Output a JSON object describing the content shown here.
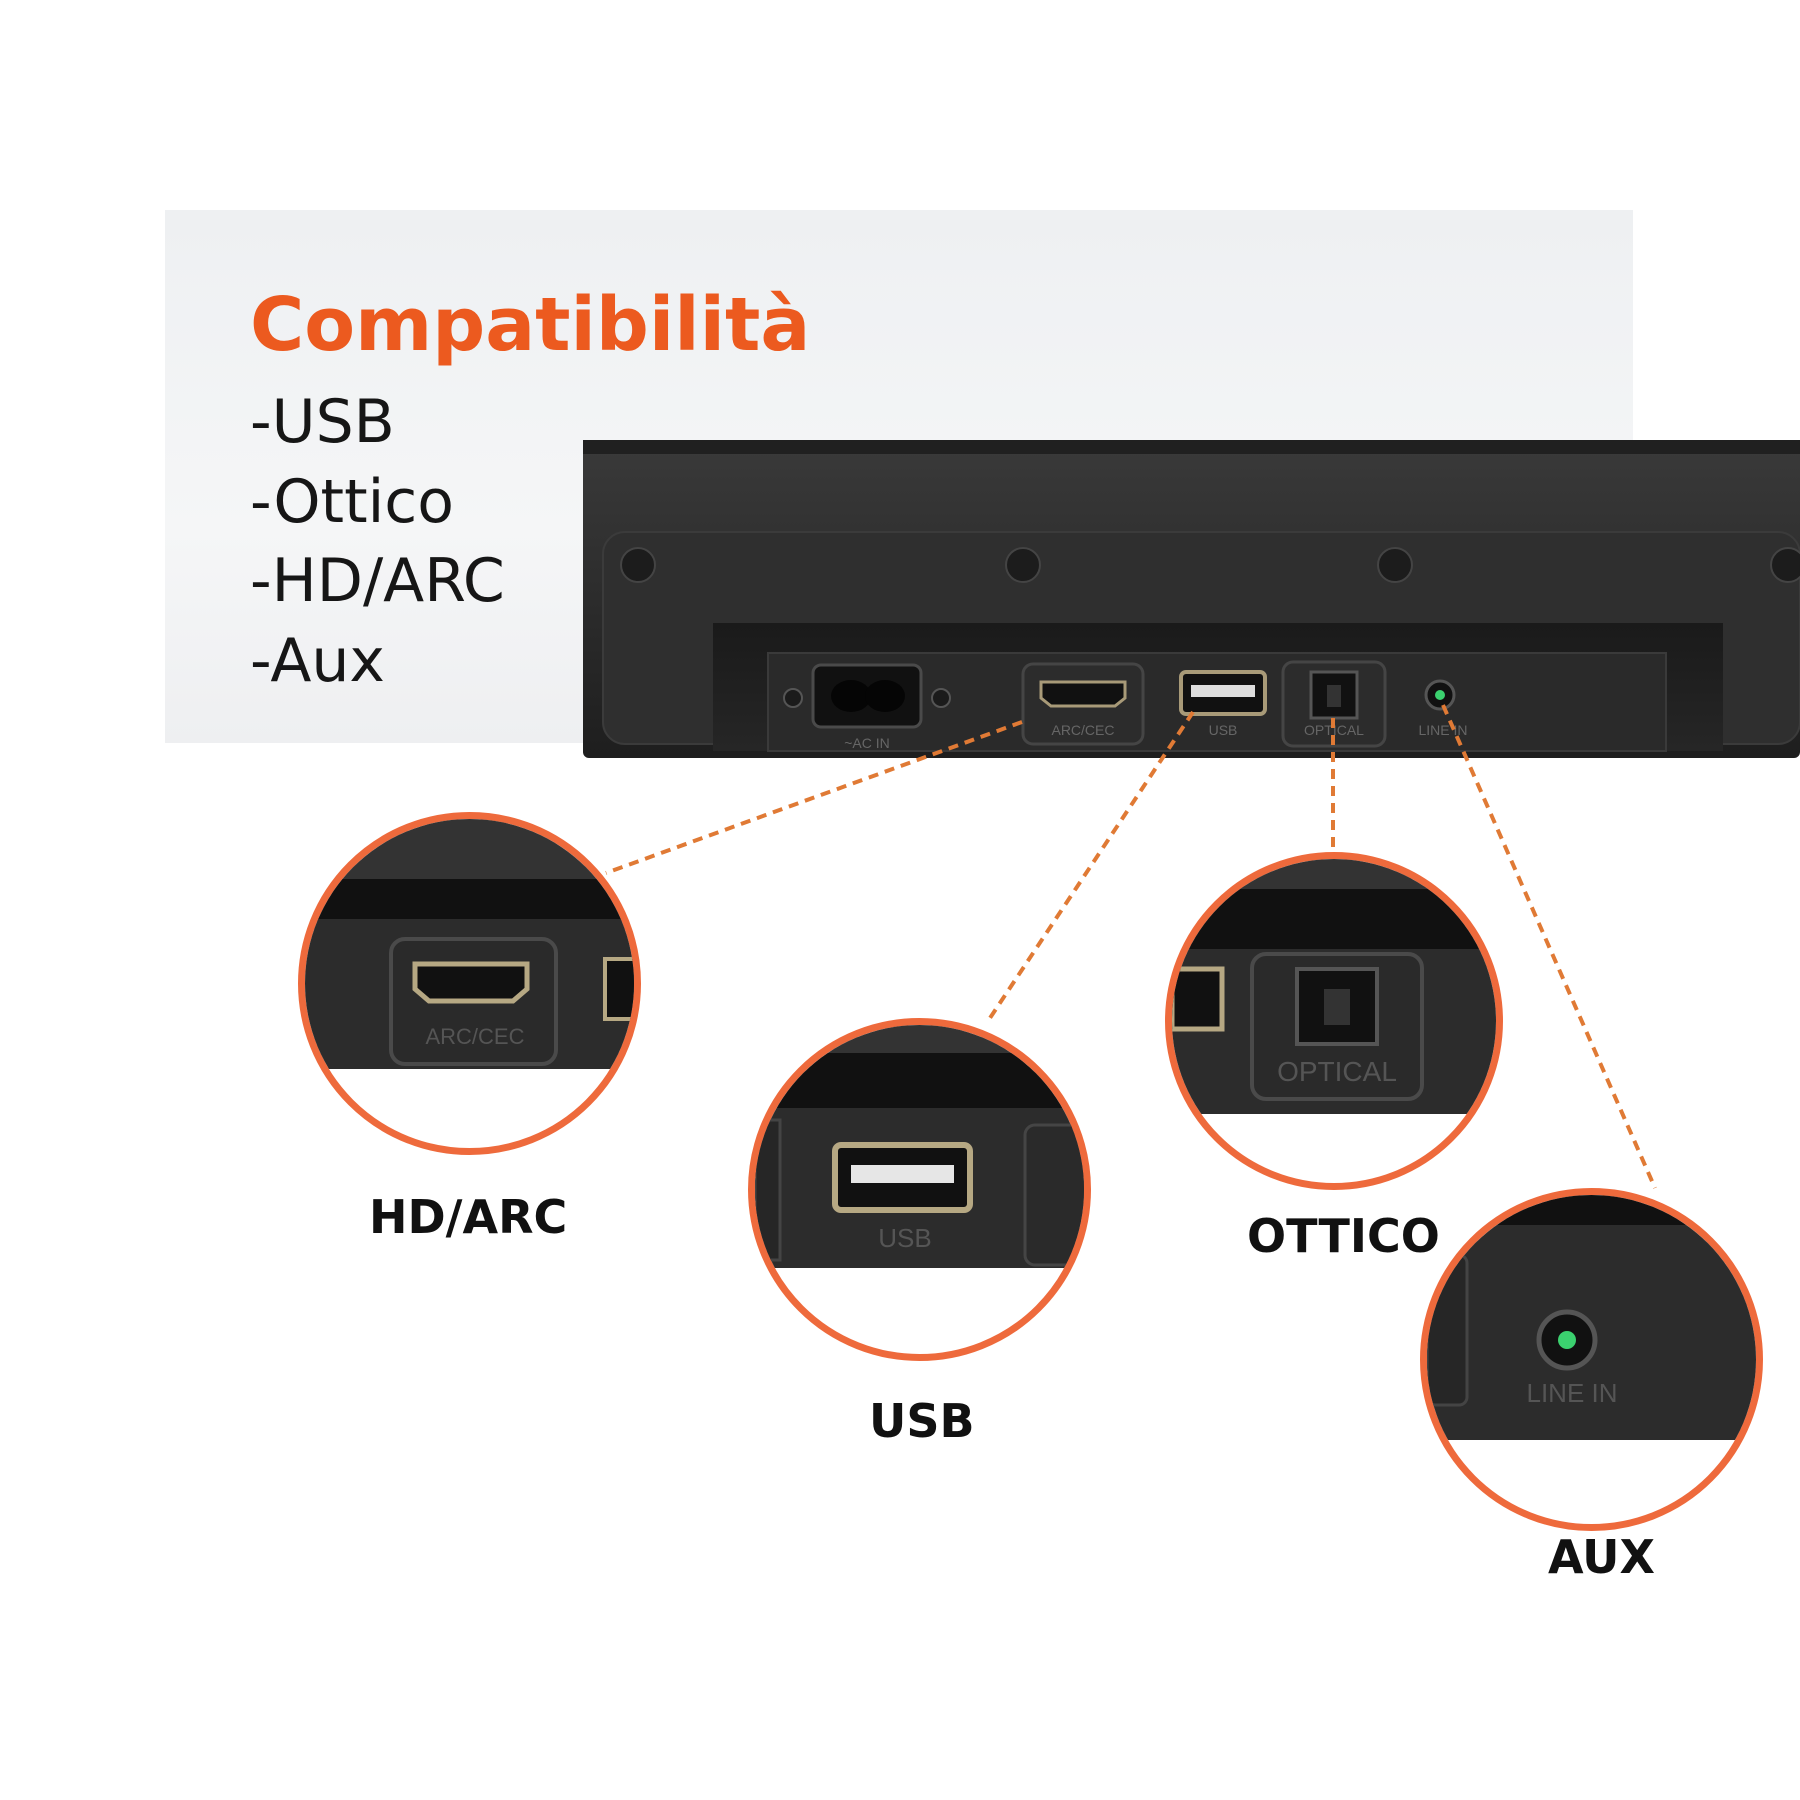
{
  "compat": {
    "title": "Compatibilità",
    "items": [
      "-USB",
      "-Ottico",
      "-HD/ARC",
      "-Aux"
    ]
  },
  "device_labels": {
    "ac_in": "~AC IN",
    "hdmi": "ARC/CEC",
    "usb": "USB",
    "optical": "OPTICAL",
    "line_in": "LINE IN"
  },
  "zoom": {
    "hdmi_text": "ARC/CEC",
    "usb_text": "USB",
    "optical_text": "OPTICAL",
    "line_in_text": "LINE IN"
  },
  "ports": {
    "hdarc": "HD/ARC",
    "usb": "USB",
    "ottico": "OTTICO",
    "aux": "AUX"
  },
  "colors": {
    "accent": "#ec5a1f",
    "callout": "#e07a35",
    "device": "#2b2b2b"
  }
}
